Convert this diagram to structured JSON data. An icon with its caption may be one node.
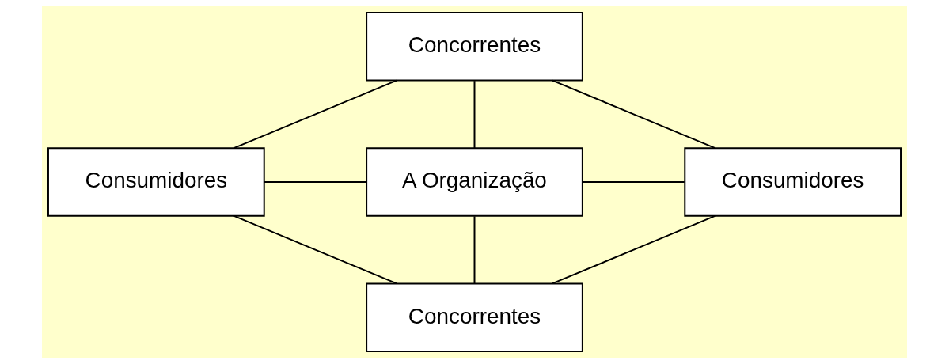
{
  "diagram": {
    "nodes": [
      {
        "text": [
          "Concorrentes"
        ]
      },
      {
        "text": [
          "Consumidores"
        ]
      },
      {
        "text": [
          "A Organização"
        ]
      },
      {
        "text": [
          "Consumidores"
        ]
      },
      {
        "text": [
          "Concorrentes"
        ]
      }
    ],
    "edges": [
      {
        "from": 0,
        "to": 2,
        "arrow": "none"
      },
      {
        "from": 1,
        "to": 2,
        "arrow": "none"
      },
      {
        "from": 2,
        "to": 3,
        "arrow": "none"
      },
      {
        "from": 2,
        "to": 4,
        "arrow": "none"
      },
      {
        "from": 0,
        "to": 1,
        "arrow": "none"
      },
      {
        "from": 0,
        "to": 3,
        "arrow": "none"
      },
      {
        "from": 1,
        "to": 4,
        "arrow": "none"
      },
      {
        "from": 3,
        "to": 4,
        "arrow": "none"
      }
    ]
  }
}
